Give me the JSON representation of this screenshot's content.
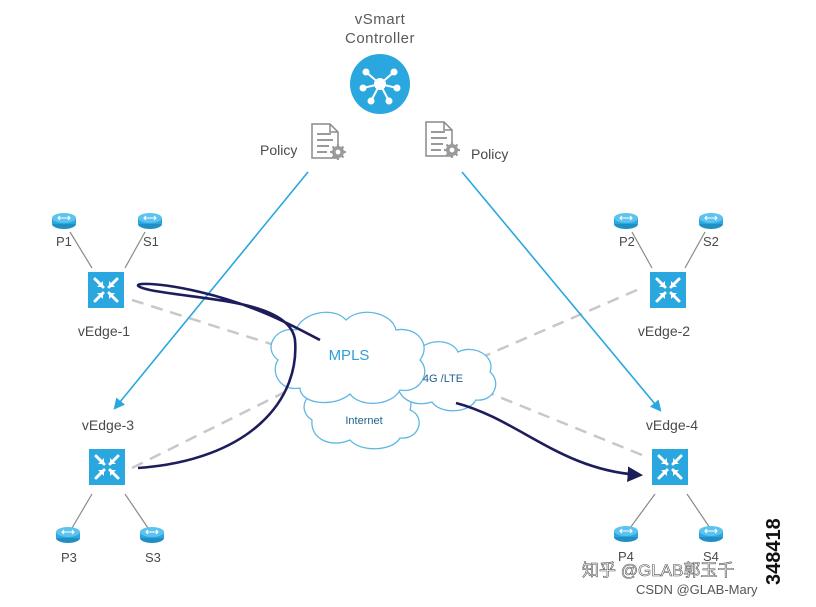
{
  "controller": {
    "line1": "vSmart",
    "line2": "Controller",
    "icon": "hub-icon"
  },
  "policy_left": {
    "label": "Policy",
    "icon": "policy-document-gear-icon"
  },
  "policy_right": {
    "label": "Policy",
    "icon": "policy-document-gear-icon"
  },
  "vedges": {
    "e1": {
      "label": "vEdge-1"
    },
    "e2": {
      "label": "vEdge-2"
    },
    "e3": {
      "label": "vEdge-3"
    },
    "e4": {
      "label": "vEdge-4"
    }
  },
  "routers": {
    "p1": "P1",
    "s1": "S1",
    "p2": "P2",
    "s2": "S2",
    "p3": "P3",
    "s3": "S3",
    "p4": "P4",
    "s4": "S4"
  },
  "clouds": {
    "mpls": "MPLS",
    "lte": "4G /LTE",
    "internet": "Internet"
  },
  "figure_id": "348418",
  "watermark": {
    "line1": "知乎 @GLAB郭玉千",
    "line2": "CSDN @GLAB-Mary"
  },
  "colors": {
    "accent": "#2aa7de",
    "path": "#1e1d5c",
    "dashed": "#c8c8c8",
    "cloud_fill": "#ffffff",
    "cloud_stroke": "#5fb7e2"
  }
}
